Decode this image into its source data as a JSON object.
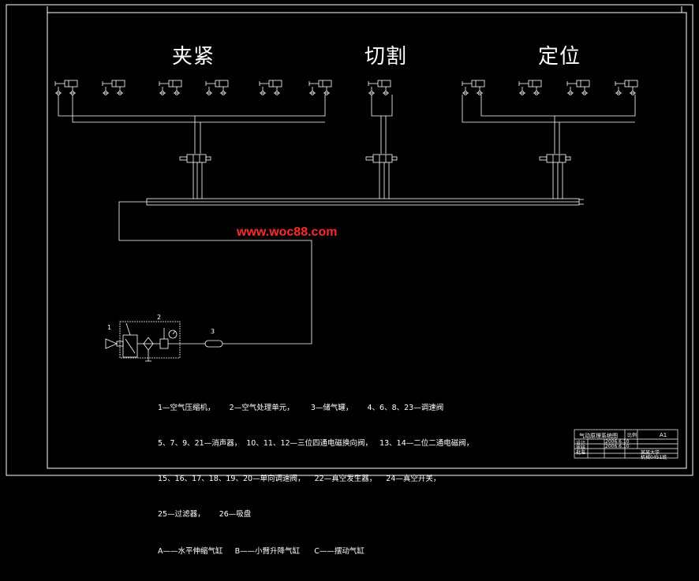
{
  "sections": {
    "clamp": "夹紧",
    "cut": "切割",
    "position": "定位"
  },
  "watermark": "www.woc88.com",
  "component_numbers": {
    "compressor": "1",
    "treatment_unit": "2",
    "tank": "3"
  },
  "legend": [
    "1—空气压缩机，      2—空气处理单元，       3—储气罐，      4、6、8、23—调速阀",
    "5、7、9、21—消声器，  10、11、12—三位四通电磁换向阀，   13、14—二位二通电磁阀，",
    "15、16、17、18、19、20—单向调速阀，    22—真空发生器，    24—真空开关，",
    "25—过滤器，      26—吸盘",
    "A——水平伸缩气缸     B——小臂升降气缸      C——摆动气缸"
  ],
  "title_block": {
    "drawing_title": "气动原理系统图",
    "sheet_size": "A1",
    "designer_label": "设计",
    "checker_label": "审核",
    "designer_date": "2006.6.10",
    "checker_date": "2006.6.10",
    "scale_label": "比例",
    "school": "某某大学",
    "class": "机械0451班",
    "approve_label": "批准"
  },
  "colors": {
    "background": "#000000",
    "line": "#ffffff",
    "watermark": "#ff2a2a"
  }
}
